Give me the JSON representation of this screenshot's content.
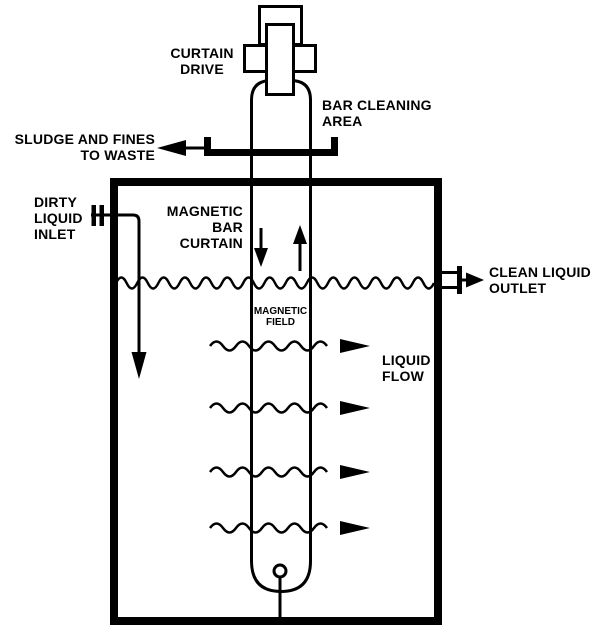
{
  "colors": {
    "ink": "#000000",
    "paper": "#ffffff"
  },
  "labels": {
    "curtain_drive": [
      "CURTAIN",
      "DRIVE"
    ],
    "bar_cleaning_area": [
      "BAR CLEANING",
      "AREA"
    ],
    "sludge_to_waste": [
      "SLUDGE AND FINES",
      "TO WASTE"
    ],
    "dirty_liquid_inlet": [
      "DIRTY",
      "LIQUID",
      "INLET"
    ],
    "magnetic_bar_curtain": [
      "MAGNETIC",
      "BAR",
      "CURTAIN"
    ],
    "magnetic_field": [
      "MAGNETIC",
      "FIELD"
    ],
    "clean_liquid_outlet": [
      "CLEAN LIQUID",
      "OUTLET"
    ],
    "liquid_flow": [
      "LIQUID",
      "FLOW"
    ]
  }
}
